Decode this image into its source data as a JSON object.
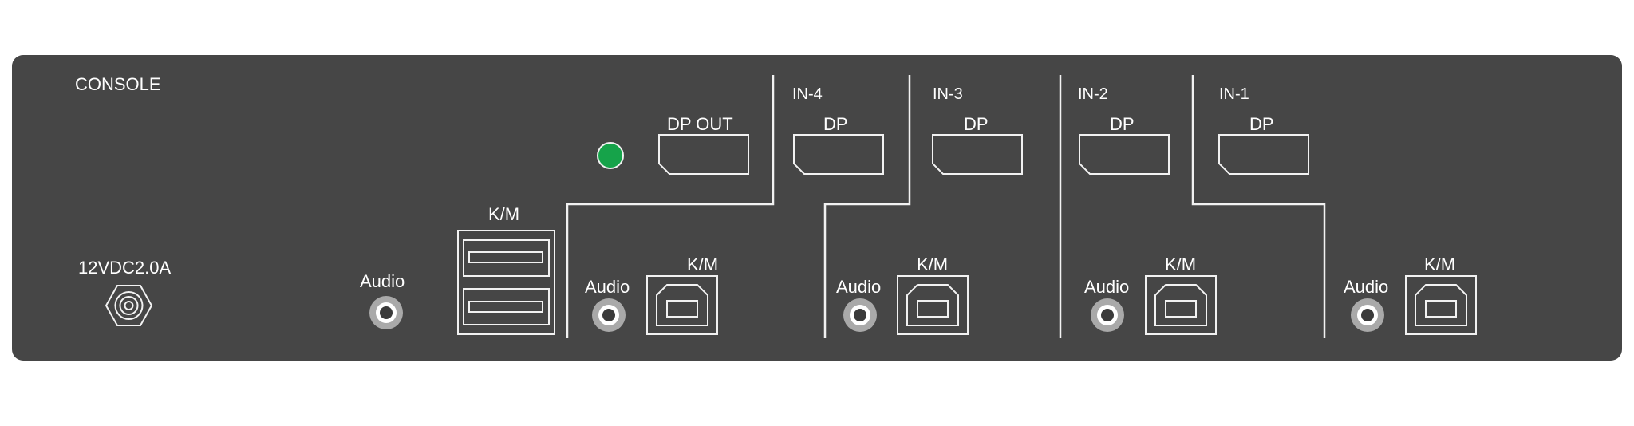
{
  "device": {
    "panel_color": "#464646",
    "line_color": "#f2f2f2",
    "led_color": "#16a34a"
  },
  "console": {
    "title": "CONSOLE",
    "power_label": "12VDC2.0A",
    "audio_label": "Audio",
    "km_label": "K/M",
    "dp_out_label": "DP OUT"
  },
  "inputs": [
    {
      "name": "IN-4",
      "dp_label": "DP",
      "audio_label": "Audio",
      "km_label": "K/M"
    },
    {
      "name": "IN-3",
      "dp_label": "DP",
      "audio_label": "Audio",
      "km_label": "K/M"
    },
    {
      "name": "IN-2",
      "dp_label": "DP",
      "audio_label": "Audio",
      "km_label": "K/M"
    },
    {
      "name": "IN-1",
      "dp_label": "DP",
      "audio_label": "Audio",
      "km_label": "K/M"
    }
  ]
}
